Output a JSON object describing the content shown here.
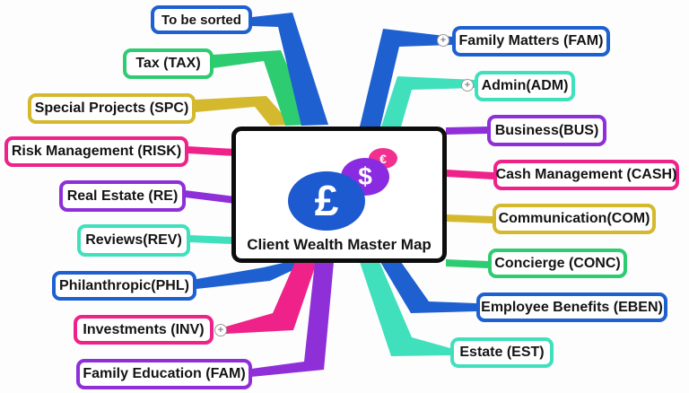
{
  "palette": {
    "blue": "#1e60cf",
    "green": "#2ecc71",
    "yellow": "#d4b92e",
    "pink": "#ee2289",
    "purple": "#8e2fd8",
    "teal": "#41e0bd",
    "ink": "#0d0d0d",
    "coin_blue": "#1d59cf",
    "coin_purple": "#8a2be2",
    "coin_pink": "#f2308f"
  },
  "icons": {
    "expand": "+"
  },
  "diagram": {
    "type": "mind-map",
    "center": {
      "title": "Client Wealth Master Map",
      "coins": [
        {
          "symbol": "£",
          "name": "pound"
        },
        {
          "symbol": "$",
          "name": "dollar"
        },
        {
          "symbol": "€",
          "name": "euro"
        }
      ]
    },
    "nodes": [
      {
        "id": "to-be-sorted",
        "label": "To be sorted",
        "color": "blue",
        "plus": false
      },
      {
        "id": "tax",
        "label": "Tax (TAX)",
        "color": "green",
        "plus": false
      },
      {
        "id": "special-projects",
        "label": "Special Projects (SPC)",
        "color": "yellow",
        "plus": false
      },
      {
        "id": "risk-management",
        "label": "Risk Management (RISK)",
        "color": "pink",
        "plus": false
      },
      {
        "id": "real-estate",
        "label": "Real Estate (RE)",
        "color": "purple",
        "plus": false
      },
      {
        "id": "reviews",
        "label": "Reviews(REV)",
        "color": "teal",
        "plus": false
      },
      {
        "id": "philanthropic",
        "label": "Philanthropic(PHL)",
        "color": "blue",
        "plus": false
      },
      {
        "id": "investments",
        "label": "Investments (INV)",
        "color": "pink",
        "plus": true
      },
      {
        "id": "family-education",
        "label": "Family Education (FAM)",
        "color": "purple",
        "plus": false
      },
      {
        "id": "family-matters",
        "label": "Family Matters (FAM)",
        "color": "blue",
        "plus": true
      },
      {
        "id": "admin",
        "label": "Admin(ADM)",
        "color": "teal",
        "plus": true
      },
      {
        "id": "business",
        "label": "Business(BUS)",
        "color": "purple",
        "plus": false
      },
      {
        "id": "cash-management",
        "label": "Cash Management (CASH)",
        "color": "pink",
        "plus": false
      },
      {
        "id": "communication",
        "label": "Communication(COM)",
        "color": "yellow",
        "plus": false
      },
      {
        "id": "concierge",
        "label": "Concierge (CONC)",
        "color": "green",
        "plus": false
      },
      {
        "id": "employee-benefits",
        "label": "Employee Benefits (EBEN)",
        "color": "blue",
        "plus": false
      },
      {
        "id": "estate",
        "label": "Estate (EST)",
        "color": "teal",
        "plus": false
      }
    ]
  }
}
